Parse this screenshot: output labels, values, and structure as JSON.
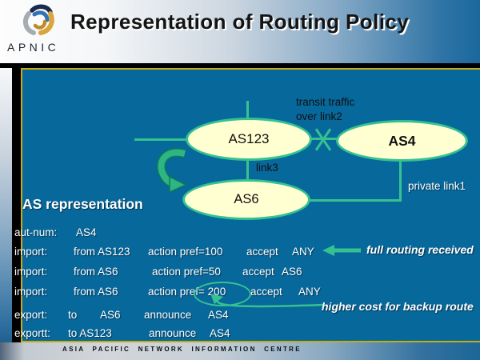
{
  "header": {
    "brand": "APNIC",
    "title": "Representation of Routing Policy"
  },
  "diagram": {
    "node_as123": "AS123",
    "node_as4": "AS4",
    "node_as6": "AS6",
    "transit_label_line1": "transit traffic",
    "transit_label_line2": "over link2",
    "link3_label": "link3",
    "private_link_label": "private link1"
  },
  "policy": {
    "heading": "AS representation",
    "rows": [
      {
        "c0": "aut-num:",
        "c1": "AS4"
      },
      {
        "c0": "import:",
        "c1": "from AS123",
        "c2": "action pref=100",
        "c3": "accept",
        "c4": "ANY"
      },
      {
        "c0": "import:",
        "c1": "from AS6",
        "c2": "action pref=50",
        "c3": "accept",
        "c4": "AS6"
      },
      {
        "c0": "import:",
        "c1": "from AS6",
        "c2": "action pref= 200",
        "c3": "accept",
        "c4": "ANY"
      },
      {
        "c0": "export:",
        "c1": "to",
        "c2": "AS6",
        "c3": "announce",
        "c4": "AS4"
      },
      {
        "c0": "exportt:",
        "c1": "to AS123",
        "c2": "announce",
        "c3": "AS4"
      }
    ],
    "annotation_full_routing": "full routing received",
    "annotation_higher_cost": "higher cost for backup route"
  },
  "footer": {
    "text": "ASIA PACIFIC NETWORK INFORMATION CENTRE"
  },
  "colors": {
    "panel_blue": "#07689c",
    "accent_green": "#35c190",
    "node_fill": "#ffffd2",
    "border_yellow": "#c9ab10"
  }
}
